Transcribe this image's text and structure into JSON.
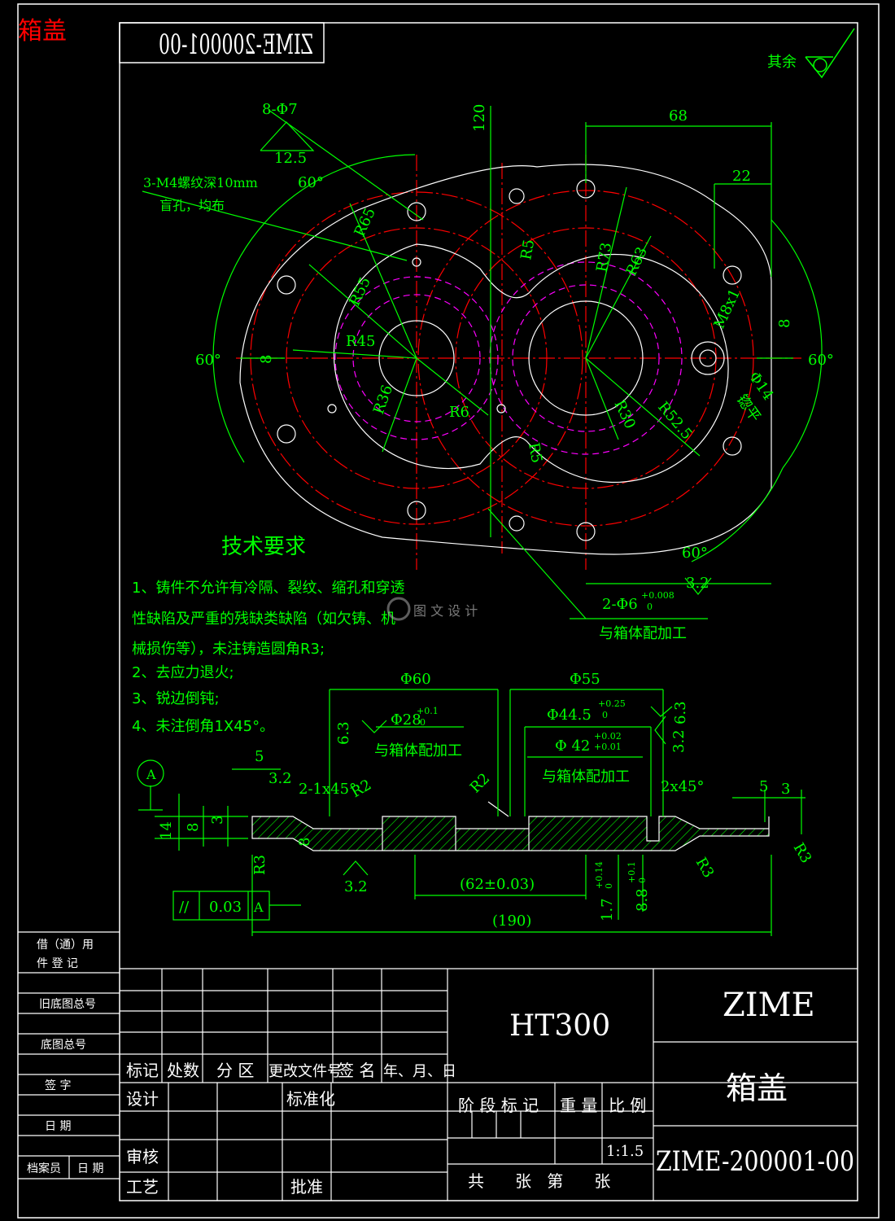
{
  "corner_title": "箱盖",
  "drawing_number_reversed": "ZIME-200001-00",
  "surface_finish_note": "其余",
  "top_view": {
    "labels": {
      "holes_8": "8-Φ7",
      "roughness_12_5": "12.5",
      "thread_note_1": "3-M4螺纹深10mm",
      "thread_note_2": "盲孔，均布",
      "angle_60_a": "60°",
      "angle_60_b": "60°",
      "angle_60_c": "60°",
      "angle_60_d": "60°",
      "dim_120": "120",
      "dim_68": "68",
      "dim_22": "22",
      "dim_8_right": "8",
      "dim_8_left": "8",
      "r65": "R65",
      "r55": "R55",
      "r45": "R45",
      "r36": "R36",
      "r6": "R6",
      "r5_top": "R5",
      "r5_bottom": "R5",
      "r73": "R73",
      "r63": "R63",
      "r30": "R30",
      "r52_5": "R52.5",
      "m8": "M8x1",
      "phi14": "Φ14",
      "spot_face": "锪平",
      "holes_2": "2-Φ6",
      "holes_2_tol_upper": "+0.008",
      "holes_2_tol_lower": "0",
      "roughness_3_2": "3.2",
      "machine_with_box": "与箱体配加工"
    }
  },
  "tech_requirements": {
    "heading": "技术要求",
    "lines": [
      "1、铸件不允许有冷隔、裂纹、缩孔和穿透",
      "性缺陷及严重的残缺类缺陷（如欠铸、机",
      "械损伤等），未注铸造圆角R3;",
      "2、去应力退火;",
      "3、锐边倒钝;",
      "4、未注倒角1X45°。"
    ]
  },
  "watermark": "图 文 设 计",
  "section_view": {
    "labels": {
      "phi60": "Φ60",
      "phi55": "Φ55",
      "phi28": "Φ28",
      "phi28_tol_u": "+0.1",
      "phi28_tol_l": "0",
      "phi44_5": "Φ44.5",
      "phi44_5_tol_u": "+0.25",
      "phi44_5_tol_l": "0",
      "phi42": "Φ 42",
      "phi42_tol_u": "+0.02",
      "phi42_tol_l": "+0.01",
      "machine_left": "与箱体配加工",
      "machine_right": "与箱体配加工",
      "rough_6_3_l": "6.3",
      "rough_6_3_r": "6.3",
      "rough_3_2_r": "3.2",
      "rough_3_2_l": "3.2",
      "rough_3_2_b": "3.2",
      "datum": "A",
      "dim_5_l": "5",
      "dim_5_r": "5",
      "dim_3_l": "3",
      "dim_3_r": "3",
      "chamfer_l": "2-1x45°",
      "chamfer_r": "2x45°",
      "r2_l": "R2",
      "r2_m": "R2",
      "dim_14": "14",
      "dim_8": "8",
      "dim_8b": "8",
      "r3_l": "R3",
      "r3_m": "R3",
      "r3_r": "R3",
      "dim_62": "(62±0.03)",
      "dim_190": "(190)",
      "dim_1_7": "1.7",
      "dim_1_7_tol_u": "+0.14",
      "dim_1_7_tol_l": "0",
      "dim_8_8": "8.8",
      "dim_8_8_tol_u": "+0.1",
      "dim_8_8_tol_l": "0",
      "tol_symbol": "//",
      "tol_value": "0.03",
      "tol_datum": "A"
    }
  },
  "left_strip": [
    "借（通）用",
    "件  登  记",
    "旧底图总号",
    "底图总号",
    "签    字",
    "日    期",
    "档案员",
    "日  期"
  ],
  "title_block": {
    "row_headers": [
      "标记",
      "处数",
      "分 区",
      "更改文件号",
      "签 名",
      "年、月、日"
    ],
    "design": "设计",
    "standardization": "标准化",
    "review": "审核",
    "process": "工艺",
    "approve": "批准",
    "material": "HT300",
    "stage_mark": "阶 段 标 记",
    "weight": "重 量",
    "scale_label": "比 例",
    "scale_value": "1:1.5",
    "sheet_info": "共      张   第      张",
    "company": "ZIME",
    "part_name": "箱盖",
    "drawing_number": "ZIME-200001-00"
  },
  "colors": {
    "background": "#000000",
    "frame": "#ffffff",
    "dimension": "#00ff00",
    "centerline": "#ff0000",
    "hidden": "#ff00ff",
    "outline": "#ffffff",
    "title_red": "#ff0000"
  }
}
